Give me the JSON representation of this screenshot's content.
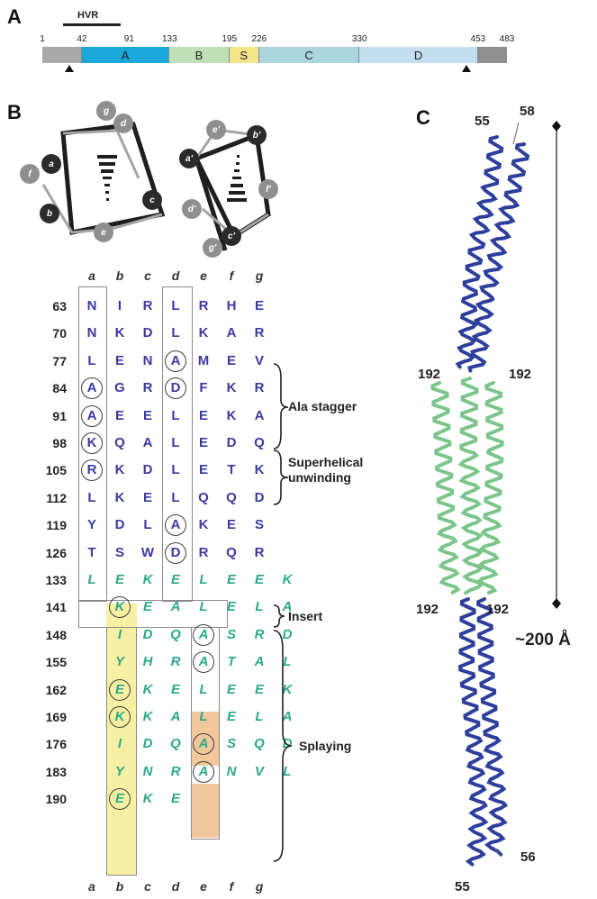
{
  "panels": {
    "a": "A",
    "b": "B",
    "c": "C"
  },
  "panel_a": {
    "hvr_label": "HVR",
    "tick_labels": [
      "1",
      "42",
      "91",
      "133",
      "195",
      "226",
      "330",
      "453",
      "483"
    ],
    "segments": [
      {
        "label": "",
        "color": "#a9a9a9"
      },
      {
        "label": "A",
        "color": "#1aa8db"
      },
      {
        "label": "B",
        "color": "#bfe0b7"
      },
      {
        "label": "S",
        "color": "#f4e58a"
      },
      {
        "label": "C",
        "color": "#a9d6dc"
      },
      {
        "label": "D",
        "color": "#c3ddf1"
      },
      {
        "label": "",
        "color": "#8f8f8f"
      }
    ]
  },
  "panel_b": {
    "wheel_left": [
      "a",
      "b",
      "c",
      "d",
      "e",
      "f",
      "g"
    ],
    "wheel_right": [
      "a'",
      "b'",
      "c'",
      "d'",
      "e'",
      "f'",
      "g'"
    ],
    "columns": [
      "a",
      "b",
      "c",
      "d",
      "e",
      "f",
      "g"
    ],
    "rows": [
      {
        "num": "63",
        "residues": [
          "N",
          "I",
          "R",
          "L",
          "R",
          "H",
          "E"
        ],
        "color": "blue"
      },
      {
        "num": "70",
        "residues": [
          "N",
          "K",
          "D",
          "L",
          "K",
          "A",
          "R"
        ],
        "color": "blue"
      },
      {
        "num": "77",
        "residues": [
          "L",
          "E",
          "N",
          "A",
          "M",
          "E",
          "V"
        ],
        "color": "blue"
      },
      {
        "num": "84",
        "residues": [
          "A",
          "G",
          "R",
          "D",
          "F",
          "K",
          "R"
        ],
        "color": "blue"
      },
      {
        "num": "91",
        "residues": [
          "A",
          "E",
          "E",
          "L",
          "E",
          "K",
          "A"
        ],
        "color": "blue"
      },
      {
        "num": "98",
        "residues": [
          "K",
          "Q",
          "A",
          "L",
          "E",
          "D",
          "Q"
        ],
        "color": "blue"
      },
      {
        "num": "105",
        "residues": [
          "R",
          "K",
          "D",
          "L",
          "E",
          "T",
          "K"
        ],
        "color": "blue"
      },
      {
        "num": "112",
        "residues": [
          "L",
          "K",
          "E",
          "L",
          "Q",
          "Q",
          "D"
        ],
        "color": "blue"
      },
      {
        "num": "119",
        "residues": [
          "Y",
          "D",
          "L",
          "A",
          "K",
          "E",
          "S"
        ],
        "color": "blue"
      },
      {
        "num": "126",
        "residues": [
          "T",
          "S",
          "W",
          "D",
          "R",
          "Q",
          "R"
        ],
        "color": "blue"
      },
      {
        "num": "133",
        "residues": [
          "L",
          "E",
          "K",
          "E",
          "L",
          "E",
          "E",
          "K"
        ],
        "color": "green"
      },
      {
        "num": "141",
        "residues": [
          "K",
          "E",
          "A",
          "L",
          "E",
          "L",
          "A"
        ],
        "color": "green"
      },
      {
        "num": "148",
        "residues": [
          "I",
          "D",
          "Q",
          "A",
          "S",
          "R",
          "D"
        ],
        "color": "green"
      },
      {
        "num": "155",
        "residues": [
          "Y",
          "H",
          "R",
          "A",
          "T",
          "A",
          "L"
        ],
        "color": "green"
      },
      {
        "num": "162",
        "residues": [
          "E",
          "K",
          "E",
          "L",
          "E",
          "E",
          "K"
        ],
        "color": "green"
      },
      {
        "num": "169",
        "residues": [
          "K",
          "K",
          "A",
          "L",
          "E",
          "L",
          "A"
        ],
        "color": "green"
      },
      {
        "num": "176",
        "residues": [
          "I",
          "D",
          "Q",
          "A",
          "S",
          "Q",
          "D"
        ],
        "color": "green"
      },
      {
        "num": "183",
        "residues": [
          "Y",
          "N",
          "R",
          "A",
          "N",
          "V",
          "L"
        ],
        "color": "green"
      },
      {
        "num": "190",
        "residues": [
          "E",
          "K",
          "E"
        ],
        "color": "green"
      }
    ],
    "annotations": {
      "ala_stagger": "Ala stagger",
      "superhelical_1": "Superhelical",
      "superhelical_2": "unwinding",
      "insert": "Insert",
      "splaying": "Splaying"
    }
  },
  "panel_c": {
    "top_left": "55",
    "top_right": "58",
    "mid_left_top": "192",
    "mid_right_top": "192",
    "mid_left_bottom": "192",
    "mid_right_bottom": "192",
    "bottom_right": "56",
    "bottom_left": "55",
    "length": "~200 Å"
  },
  "colors": {
    "blue_residue": "#3b3aa0",
    "green_residue": "#2ca889",
    "helix_blue": "#2d3e9c",
    "helix_green": "#7cc58a"
  }
}
